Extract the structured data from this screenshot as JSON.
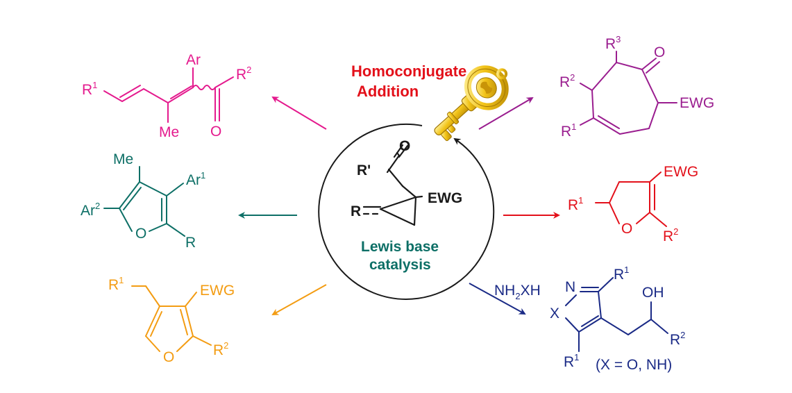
{
  "colors": {
    "magenta": "#e4198d",
    "teal": "#0d6f66",
    "orange": "#f39c12",
    "purple": "#9a1d8f",
    "red": "#e3101a",
    "navy": "#1a2a86",
    "black": "#1a1a1a",
    "gold": "#e6b80b"
  },
  "center": {
    "title_line1": "Homoconjugate",
    "title_line2": "Addition",
    "catalysis_line1": "Lewis base",
    "catalysis_line2": "catalysis",
    "substrate": {
      "carbonyl_o": "O",
      "r_prime": "R'",
      "ewg": "EWG",
      "r": "R"
    },
    "key_icon": "golden-key-icon"
  },
  "products": {
    "dienone": {
      "r1": "R",
      "r1_sup": "1",
      "ar": "Ar",
      "me": "Me",
      "o": "O",
      "r2": "R",
      "r2_sup": "2"
    },
    "furan_teal": {
      "me": "Me",
      "ar1": "Ar",
      "ar1_sup": "1",
      "ar2": "Ar",
      "ar2_sup": "2",
      "o": "O",
      "r": "R"
    },
    "furan_orange": {
      "r1": "R",
      "r1_sup": "1",
      "ewg": "EWG",
      "o": "O",
      "r2": "R",
      "r2_sup": "2"
    },
    "cycloheptenone": {
      "r3": "R",
      "r3_sup": "3",
      "o": "O",
      "r2": "R",
      "r2_sup": "2",
      "ewg": "EWG",
      "r1": "R",
      "r1_sup": "1"
    },
    "dihydrofuran": {
      "ewg": "EWG",
      "r1": "R",
      "r1_sup": "1",
      "o": "O",
      "r2": "R",
      "r2_sup": "2"
    },
    "azole": {
      "reagent": "NH",
      "reagent_sub": "2",
      "reagent_tail": "XH",
      "n": "N",
      "x": "X",
      "r1_top": "R",
      "r1_top_sup": "1",
      "r1_bottom": "R",
      "r1_bottom_sup": "1",
      "oh": "OH",
      "r2": "R",
      "r2_sup": "2",
      "note": "(X = O, NH)"
    }
  }
}
